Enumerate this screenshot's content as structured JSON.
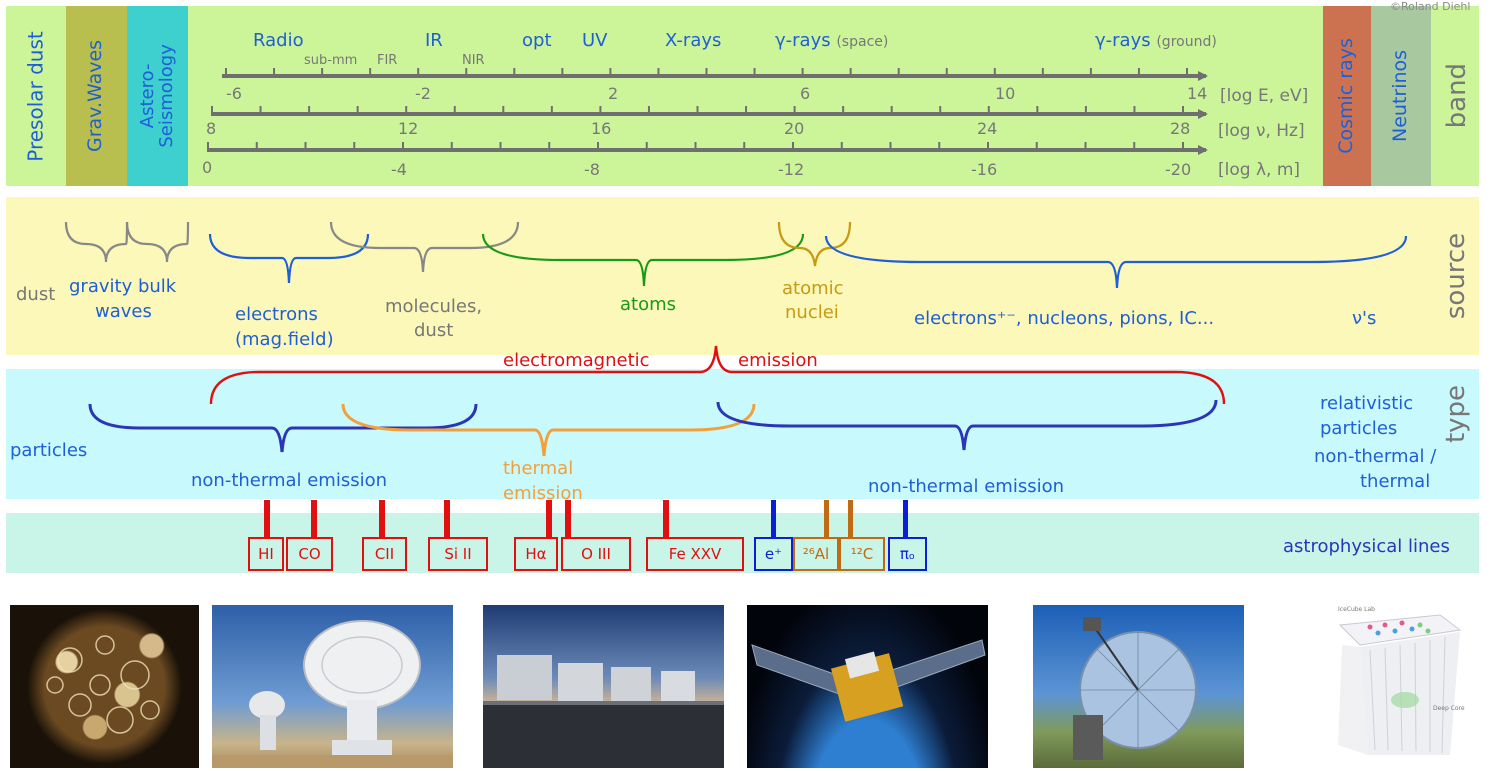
{
  "copyright": "©Roland Diehl",
  "band": {
    "columns": {
      "presolar": "Presolar dust",
      "gw": "Grav.Waves",
      "astero": "Astero-\nSeismology",
      "cosmic": "Cosmic rays",
      "neutrinos": "Neutrinos"
    },
    "side_label": "band",
    "bands": {
      "radio": "Radio",
      "submm": "sub-mm",
      "fir": "FIR",
      "ir": "IR",
      "nir": "NIR",
      "opt": "opt",
      "uv": "UV",
      "xrays": "X-rays",
      "gamma_space": "γ-rays",
      "gamma_space_note": "(space)",
      "gamma_ground": "γ-rays",
      "gamma_ground_note": "(ground)"
    },
    "axes": {
      "energy": {
        "ticks": [
          "-6",
          "-2",
          "2",
          "6",
          "10",
          "14"
        ],
        "unit": "[log E, eV]"
      },
      "frequency": {
        "ticks": [
          "8",
          "12",
          "16",
          "20",
          "24",
          "28"
        ],
        "unit": "[log ν, Hz]"
      },
      "wavelength": {
        "ticks": [
          "0",
          "-4",
          "-8",
          "-12",
          "-16",
          "-20"
        ],
        "unit": "[log λ, m]"
      }
    }
  },
  "source": {
    "side_label": "source",
    "dust": "dust",
    "gravity": "gravity bulk",
    "waves": "waves",
    "electrons1": "electrons",
    "electrons2": "(mag.field)",
    "molecules1": "molecules,",
    "molecules2": "dust",
    "atoms": "atoms",
    "nuclei1": "atomic",
    "nuclei2": "nuclei",
    "particles_hi": "electrons⁺⁻, nucleons, pions, IC...",
    "nus": "ν's"
  },
  "type": {
    "side_label": "type",
    "em1": "electromagnetic",
    "em2": "emission",
    "particles": "particles",
    "nonthermal_left": "non-thermal emission",
    "thermal1": "thermal",
    "thermal2": "emission",
    "nonthermal_right": "non-thermal emission",
    "rel1": "relativistic",
    "rel2": "particles",
    "rel3": "non-thermal /",
    "rel4": "thermal"
  },
  "lines": {
    "label": "astrophysical lines",
    "items": [
      {
        "label": "HI",
        "color": "#e01010"
      },
      {
        "label": "CO",
        "color": "#e01010"
      },
      {
        "label": "CII",
        "color": "#e01010"
      },
      {
        "label": "Si II",
        "color": "#e01010"
      },
      {
        "label": "Hα",
        "color": "#e01010"
      },
      {
        "label": "O III",
        "color": "#e01010"
      },
      {
        "label": "Fe XXV",
        "color": "#e01010"
      },
      {
        "label": "e⁺",
        "color": "#0b1fd6"
      },
      {
        "label": "²⁶Al",
        "color": "#c06a14"
      },
      {
        "label": "¹²C",
        "color": "#c06a14"
      },
      {
        "label": "πₒ",
        "color": "#0b1fd6"
      }
    ]
  },
  "photos": {
    "icecube_caption1": "IceCube Lab",
    "icecube_caption2": "Deep Core"
  },
  "colors": {
    "band_bg": "#ccf59a",
    "source_bg": "#fbf8b9",
    "type_bg": "#c8f9fc",
    "lines_bg": "#c9f5e9",
    "axis": "#6f6f6f",
    "blue": "#1f5fd6",
    "red": "#e01010",
    "green": "#189a18",
    "gold": "#c79a12",
    "orange": "#f2a03b",
    "navy": "#2a35b8"
  }
}
